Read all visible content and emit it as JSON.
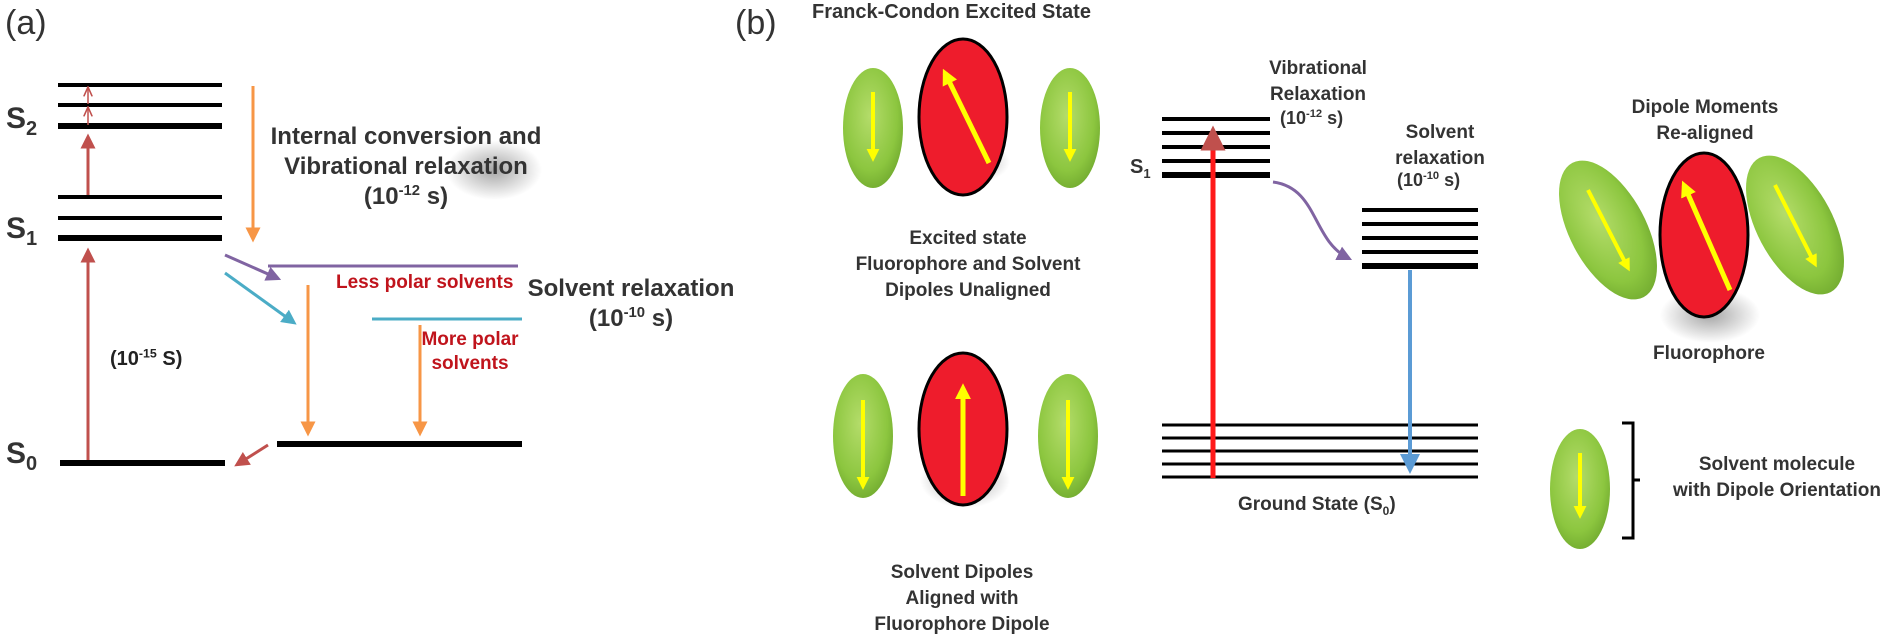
{
  "panel_a": {
    "label": "(a)",
    "level_s2": "S",
    "level_s2_sub": "2",
    "level_s1": "S",
    "level_s1_sub": "1",
    "level_s0": "S",
    "level_s0_sub": "0",
    "ic_line1": "Internal conversion and",
    "ic_line2": "Vibrational relaxation",
    "ic_time_pre": "(10",
    "ic_time_exp": "-12",
    "ic_time_post": " s)",
    "less_polar": "Less polar solvents",
    "more_polar_1": "More polar",
    "more_polar_2": "solvents",
    "solvent_relax": "Solvent relaxation",
    "solvent_time_pre": "(10",
    "solvent_time_exp": "-10",
    "solvent_time_post": " s)",
    "abs_time_pre": "(10",
    "abs_time_exp": "-15",
    "abs_time_post": " S)"
  },
  "panel_b": {
    "label": "(b)",
    "fc_title": "Franck-Condon Excited State",
    "unaligned_1": "Excited state",
    "unaligned_2": "Fluorophore and Solvent",
    "unaligned_3": "Dipoles Unaligned",
    "aligned_1": "Solvent Dipoles",
    "aligned_2": "Aligned with",
    "aligned_3": "Fluorophore Dipole",
    "vib_1": "Vibrational",
    "vib_2": "Relaxation",
    "vib_time_pre": "(10",
    "vib_time_exp": "-12",
    "vib_time_post": " s)",
    "s1_label": "S",
    "s1_sub": "1",
    "sr_1": "Solvent",
    "sr_2": "relaxation",
    "sr_time_pre": "(10",
    "sr_time_exp": "-10",
    "sr_time_post": " s)",
    "ground_pre": "Ground State (S",
    "ground_sub": "0",
    "ground_post": ")",
    "realigned_1": "Dipole Moments",
    "realigned_2": "Re-aligned",
    "fluorophore": "Fluorophore",
    "legend_1": "Solvent molecule",
    "legend_2": "with Dipole Orientation"
  },
  "colors": {
    "red_arrow": "#c0504d",
    "orange_arrow": "#f79646",
    "purple_arrow": "#8064a2",
    "teal_arrow": "#4bacc6",
    "fluorophore_red": "#ee1c2c",
    "solvent_green": "#92c84a",
    "dipole_yellow": "#ffff00",
    "emission_blue": "#5b9bd5",
    "excite_red": "#ff1a1a"
  }
}
